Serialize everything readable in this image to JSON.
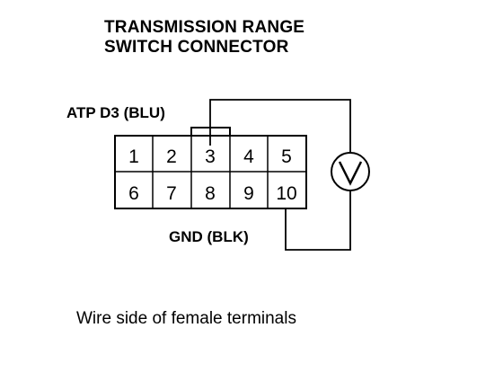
{
  "title": {
    "line1": "TRANSMISSION RANGE",
    "line2": "SWITCH CONNECTOR"
  },
  "labels": {
    "atp": "ATP D3 (BLU)",
    "gnd": "GND (BLK)"
  },
  "connector": {
    "row1": [
      "1",
      "2",
      "3",
      "4",
      "5"
    ],
    "row2": [
      "6",
      "7",
      "8",
      "9",
      "10"
    ]
  },
  "tester": {
    "icon": "voltmeter-icon",
    "symbol": "V"
  },
  "caption": "Wire side of female terminals"
}
